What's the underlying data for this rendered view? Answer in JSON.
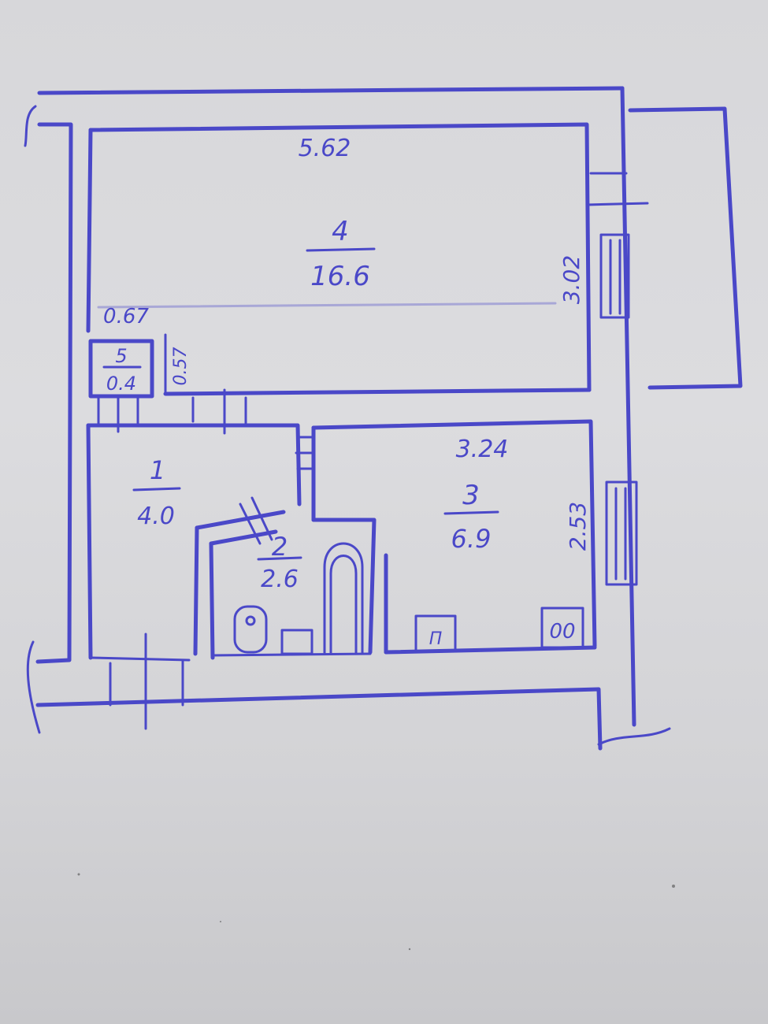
{
  "plan": {
    "ink_color": "#4a48c8",
    "paper_color": "#d9d9dc",
    "dimensions": {
      "top_width": "5.62",
      "right_height": "3.02",
      "closet_width": "0.67",
      "closet_height": "0.57",
      "room3_width": "3.24",
      "room3_height": "2.53"
    },
    "rooms": [
      {
        "number": "4",
        "area": "16.6"
      },
      {
        "number": "5",
        "area": "0.4"
      },
      {
        "number": "1",
        "area": "4.0"
      },
      {
        "number": "2",
        "area": "2.6"
      },
      {
        "number": "3",
        "area": "6.9"
      }
    ],
    "fixtures": {
      "stove_label": "00",
      "sink_label": "Π"
    }
  }
}
